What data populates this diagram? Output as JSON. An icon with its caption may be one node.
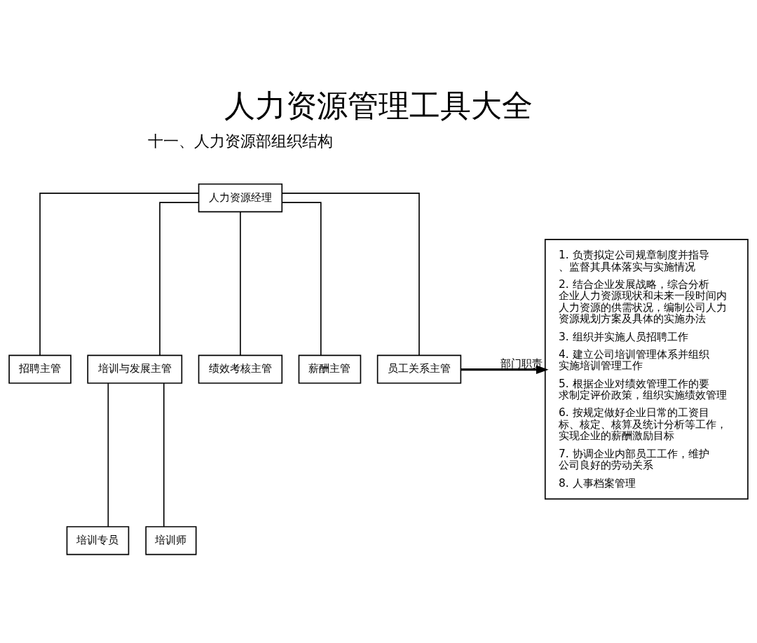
{
  "diagram": {
    "title": "人力资源管理工具大全",
    "nodes": [
      {
        "text": [
          "人力资源经理"
        ]
      },
      {
        "text": [
          "招聘主管"
        ]
      },
      {
        "text": [
          "培训与发展主管"
        ]
      },
      {
        "text": [
          "绩效考核主管"
        ]
      },
      {
        "text": [
          "薪酬主管"
        ]
      },
      {
        "text": [
          "员工关系主管"
        ]
      },
      {
        "text": [
          "培训专员"
        ]
      },
      {
        "text": [
          "培训师"
        ]
      },
      {
        "text": [
          "1. 负责拟定公司规章制度并指导、监督其具体落实与实施情况",
          "2. 结合企业发展战略，综合分析企业人力资源现状和未来一段时间内人力资源的供需状况，编制公司人力资源规划方案及具体的实施办法",
          "3. 组织并实施人员招聘工作",
          "4. 建立公司培训管理体系并组织实施培训管理工作",
          "5. 根据企业对绩效管理工作的要求制定评价政策，组织实施绩效管理",
          "6. 按规定做好企业日常的工资目标、核定、核算及统计分析等工作，实现企业的薪酬激励目标",
          "7. 协调企业内部员工工作，维护公司良好的劳动关系",
          "8. 人事档案管理"
        ]
      }
    ],
    "edges": [
      {
        "from": 0,
        "to": 1,
        "arrow": "none"
      },
      {
        "from": 0,
        "to": 2,
        "arrow": "none"
      },
      {
        "from": 0,
        "to": 3,
        "arrow": "none"
      },
      {
        "from": 0,
        "to": 4,
        "arrow": "none"
      },
      {
        "from": 0,
        "to": 5,
        "arrow": "none"
      },
      {
        "from": 2,
        "to": 6,
        "arrow": "none"
      },
      {
        "from": 2,
        "to": 7,
        "arrow": "none"
      },
      {
        "from": 5,
        "to": 8,
        "arrow": "to",
        "label": "部门职责",
        "style": "thick"
      }
    ],
    "labels": [
      "十一、人力资源部组织结构"
    ]
  }
}
